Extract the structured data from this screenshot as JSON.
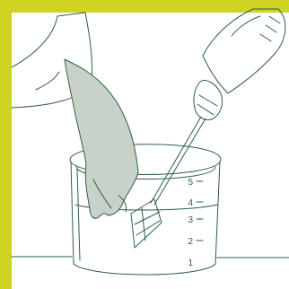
{
  "illustration": {
    "scale_marks": [
      "5",
      "4",
      "3",
      "2",
      "1"
    ]
  },
  "colors": {
    "frame": "#cfd321",
    "line": "#2e5e4a",
    "glove_fill": "#c9d2c9",
    "background": "#ffffff"
  }
}
